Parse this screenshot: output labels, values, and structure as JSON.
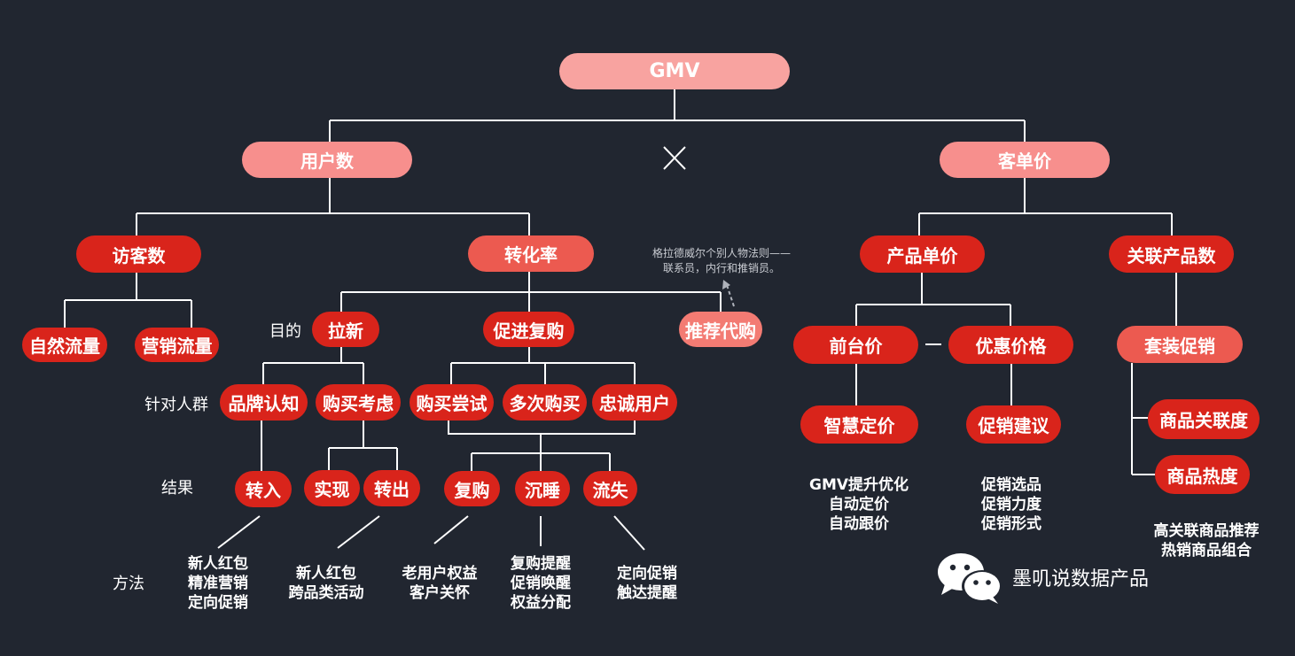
{
  "nodes": {
    "gmv": "GMV",
    "user_count": "用户数",
    "avg_order_value": "客单价",
    "visitors": "访客数",
    "conversion": "转化率",
    "product_price": "产品单价",
    "related_products": "关联产品数",
    "natural_traffic": "自然流量",
    "marketing_traffic": "营销流量",
    "acquire": "拉新",
    "repurchase_promo": "促进复购",
    "referral": "推荐代购",
    "front_price": "前台价",
    "discount_price": "优惠价格",
    "bundle_promo": "套装促销",
    "brand_awareness": "品牌认知",
    "purchase_consider": "购买考虑",
    "purchase_try": "购买尝试",
    "multi_purchase": "多次购买",
    "loyal_user": "忠诚用户",
    "smart_pricing": "智慧定价",
    "promo_suggest": "促销建议",
    "product_relevance": "商品关联度",
    "product_heat": "商品热度",
    "convert_in": "转入",
    "realize": "实现",
    "convert_out": "转出",
    "repurchase": "复购",
    "dormant": "沉睡",
    "churn": "流失"
  },
  "multiply_symbol": "×",
  "row_labels": {
    "goal": "目的",
    "target": "针对人群",
    "result": "结果",
    "method": "方法"
  },
  "methods": {
    "m1": [
      "新人红包",
      "精准营销",
      "定向促销"
    ],
    "m2": [
      "新人红包",
      "跨品类活动"
    ],
    "m3": [
      "老用户权益",
      "客户关怀"
    ],
    "m4": [
      "复购提醒",
      "促销唤醒",
      "权益分配"
    ],
    "m5": [
      "定向促销",
      "触达提醒"
    ],
    "m6": [
      "GMV提升优化",
      "自动定价",
      "自动跟价"
    ],
    "m7": [
      "促销选品",
      "促销力度",
      "促销形式"
    ],
    "m8": [
      "高关联商品推荐",
      "热销商品组合"
    ]
  },
  "note": [
    "格拉德威尔个别人物法则——",
    "联系员，内行和推销员。"
  ],
  "brand": "墨叽说数据产品",
  "brand_icon": "wechat-icon",
  "colors": {
    "background": "#212630",
    "gmv": "#f8a3a0",
    "level1": "#f78f8d",
    "red": "#d9241b",
    "coral": "#ec5a50",
    "line": "#ffffff"
  }
}
